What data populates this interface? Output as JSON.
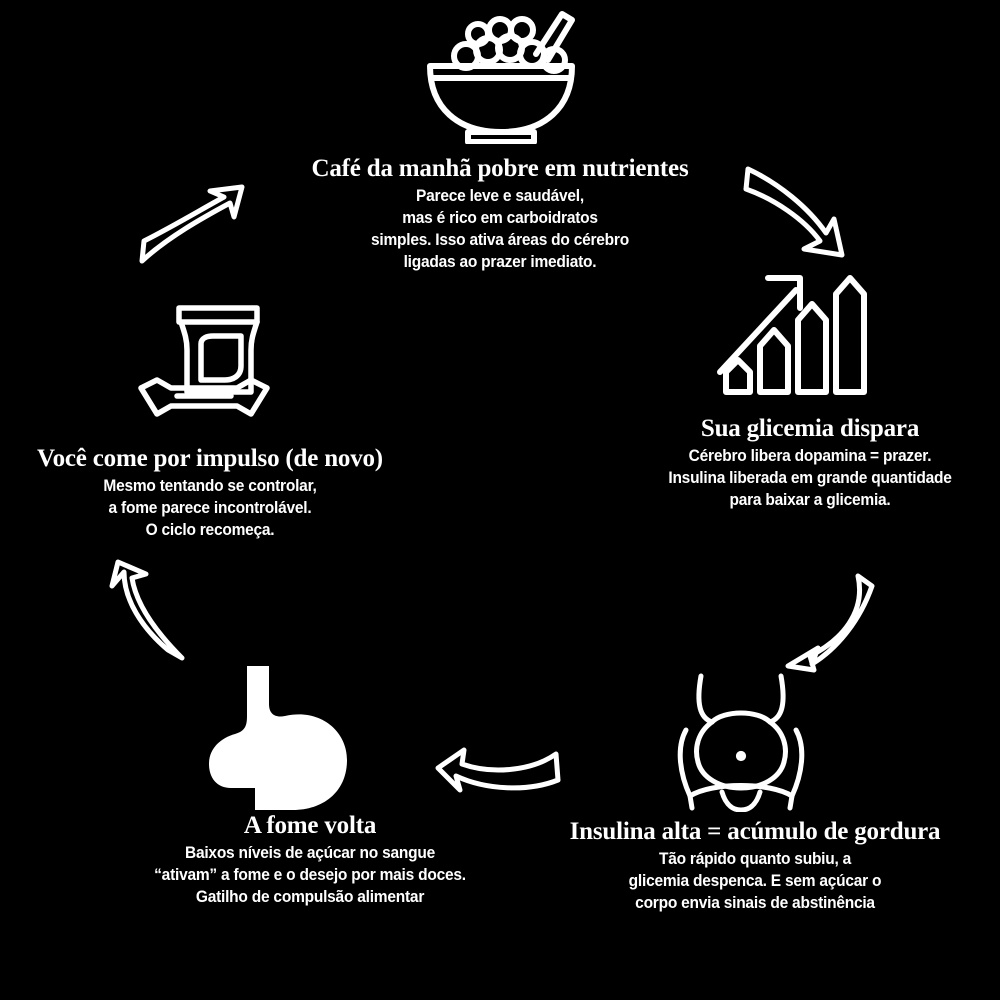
{
  "meta": {
    "background_color": "#000000",
    "foreground_color": "#ffffff",
    "diagram_type": "cycle",
    "language": "pt-BR"
  },
  "nodes": [
    {
      "id": "breakfast",
      "icon": "cereal-bowl-icon",
      "title": "Café da manhã pobre em nutrientes",
      "lines": [
        "Parece leve e saudável,",
        "mas é rico em carboidratos",
        "simples. Isso ativa áreas do cérebro",
        "ligadas ao prazer imediato."
      ]
    },
    {
      "id": "glycemia",
      "icon": "rising-bar-chart-icon",
      "title": "Sua glicemia dispara",
      "lines": [
        "Cérebro libera dopamina = prazer.",
        "Insulina liberada em grande quantidade",
        "para baixar a glicemia."
      ]
    },
    {
      "id": "insulin",
      "icon": "belly-fat-icon",
      "title": "Insulina alta = acúmulo de gordura",
      "lines": [
        "Tão rápido quanto subiu, a",
        "glicemia despenca. E sem açúcar o",
        "corpo envia sinais de abstinência"
      ]
    },
    {
      "id": "hunger",
      "icon": "stomach-icon",
      "title": "A fome volta",
      "lines": [
        "Baixos níveis de açúcar no sangue",
        "“ativam” a fome e o desejo por mais doces.",
        "Gatilho de compulsão alimentar"
      ]
    },
    {
      "id": "impulse",
      "icon": "snack-bag-icon",
      "title": "Você come por impulso (de novo)",
      "lines": [
        "Mesmo tentando se controlar,",
        "a fome parece incontrolável.",
        "O ciclo recomeça."
      ]
    }
  ],
  "arrows": [
    {
      "id": "arrow-1",
      "name": "curved-arrow-down-right",
      "from": "breakfast",
      "to": "glycemia"
    },
    {
      "id": "arrow-2",
      "name": "curved-arrow-down-left",
      "from": "glycemia",
      "to": "insulin"
    },
    {
      "id": "arrow-3",
      "name": "curved-arrow-left",
      "from": "insulin",
      "to": "hunger"
    },
    {
      "id": "arrow-4",
      "name": "curved-arrow-up-left",
      "from": "hunger",
      "to": "impulse"
    },
    {
      "id": "arrow-5",
      "name": "curved-arrow-up-right",
      "from": "impulse",
      "to": "breakfast"
    }
  ]
}
